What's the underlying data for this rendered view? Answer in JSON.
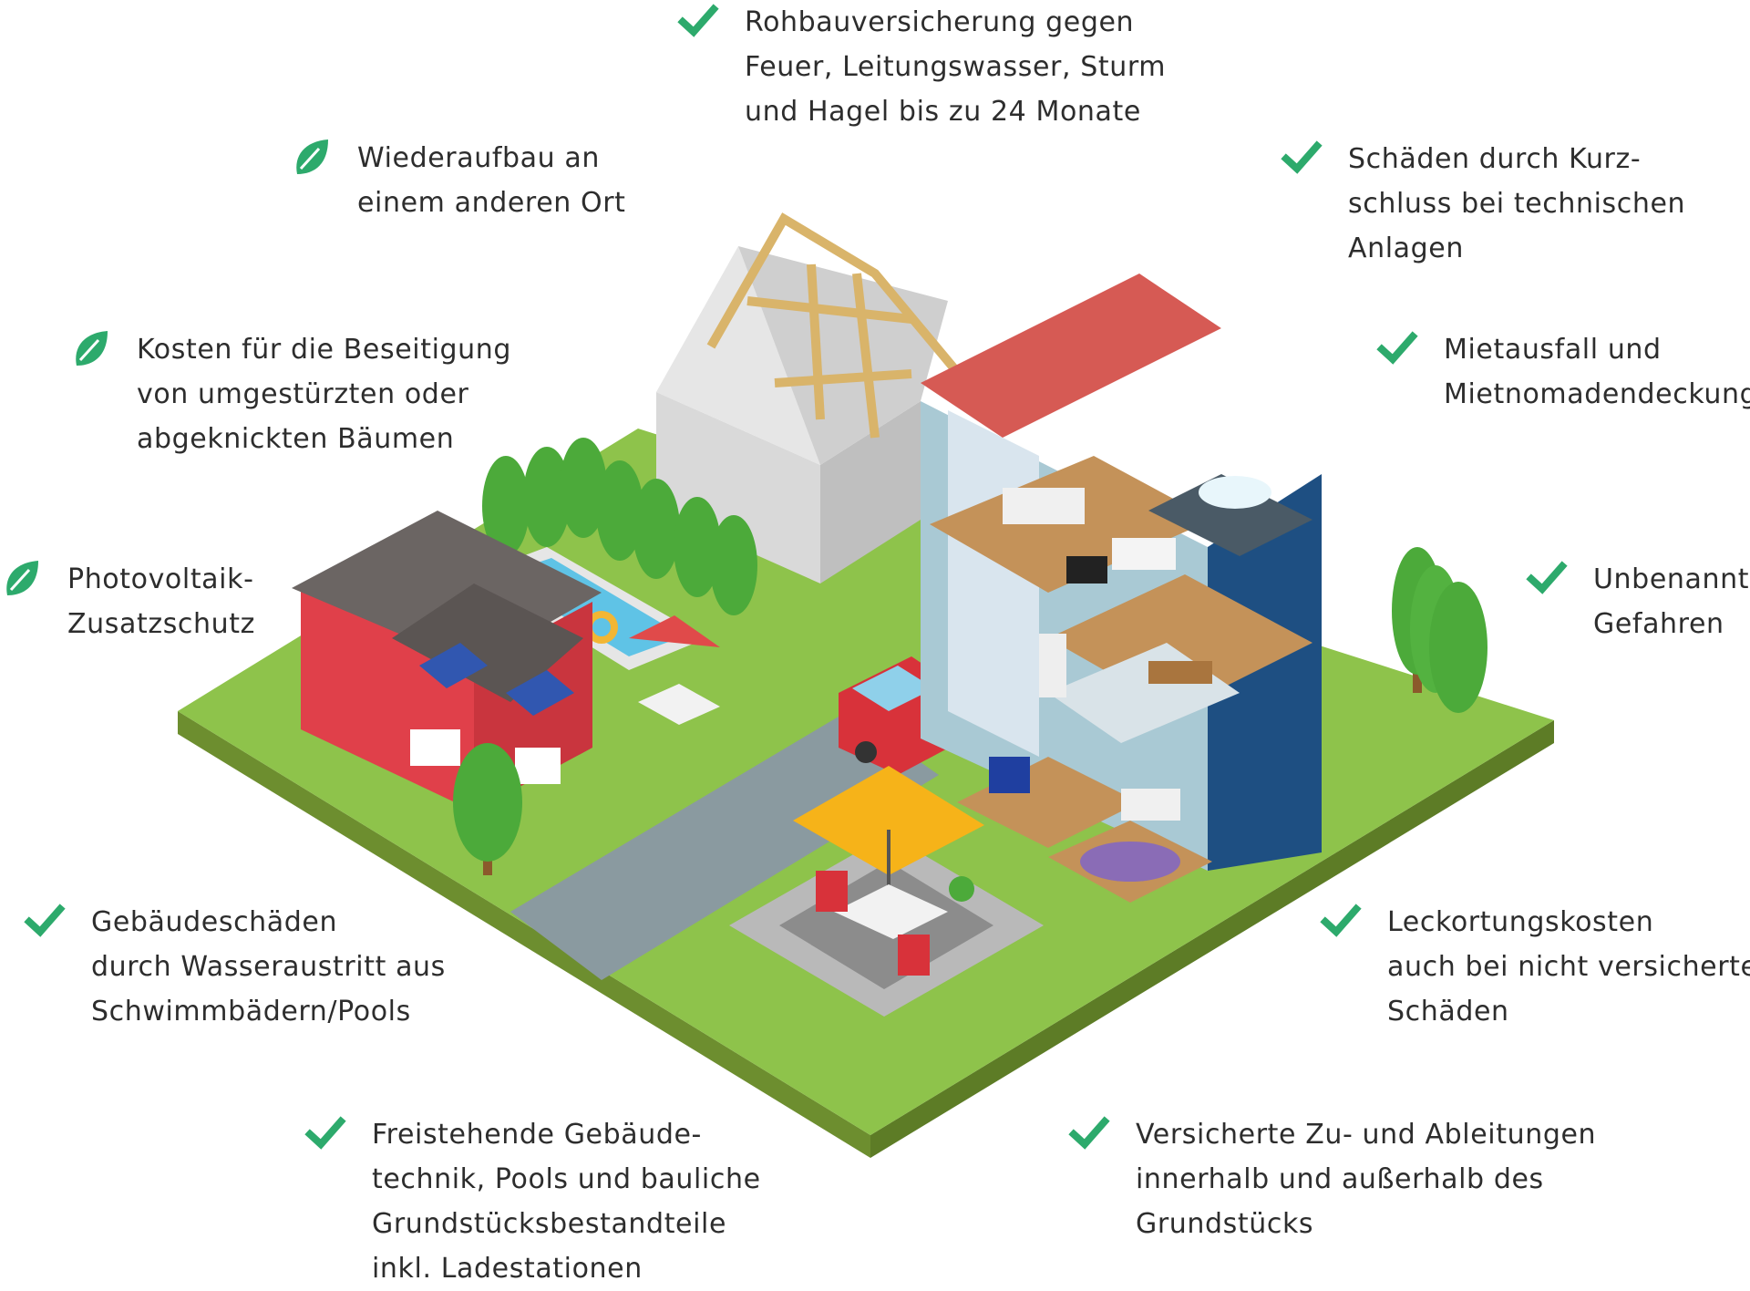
{
  "colors": {
    "check": "#2daa6c",
    "leaf": "#2daa6c",
    "text": "#2d2d2d",
    "grass": "#8ec34b",
    "ground_edge": "#6d8e2f"
  },
  "features": [
    {
      "id": "rohbau",
      "icon": "check-icon",
      "lines": [
        "Rohbauversicherung gegen",
        "Feuer, Leitungswasser, Sturm",
        "und Hagel bis zu 24 Monate"
      ]
    },
    {
      "id": "wiederaufbau",
      "icon": "leaf-icon",
      "lines": [
        "Wiederaufbau an",
        "einem anderen Ort"
      ]
    },
    {
      "id": "kurzschluss",
      "icon": "check-icon",
      "lines": [
        "Schäden durch Kurz-",
        "schluss bei technischen",
        "Anlagen"
      ]
    },
    {
      "id": "baeume",
      "icon": "leaf-icon",
      "lines": [
        "Kosten für die Beseitigung",
        "von umgestürzten oder",
        "abgeknickten Bäumen"
      ]
    },
    {
      "id": "mietausfall",
      "icon": "check-icon",
      "lines": [
        "Mietausfall und",
        "Mietnomadendeckung"
      ]
    },
    {
      "id": "photovoltaik",
      "icon": "leaf-icon",
      "lines": [
        "Photovoltaik-",
        "Zusatzschutz"
      ]
    },
    {
      "id": "unbenannte",
      "icon": "check-icon",
      "lines": [
        "Unbenannte",
        "Gefahren"
      ]
    },
    {
      "id": "pools",
      "icon": "check-icon",
      "lines": [
        "Gebäudeschäden",
        "durch Wasseraustritt aus",
        "Schwimmbädern/Pools"
      ]
    },
    {
      "id": "leckortung",
      "icon": "check-icon",
      "lines": [
        "Leckortungskosten",
        "auch bei nicht versicherten",
        "Schäden"
      ]
    },
    {
      "id": "gebaeudetechnik",
      "icon": "check-icon",
      "lines": [
        "Freistehende Gebäude-",
        "technik, Pools und bauliche",
        "Grundstücksbestandteile",
        "inkl. Ladestationen"
      ]
    },
    {
      "id": "ableitungen",
      "icon": "check-icon",
      "lines": [
        "Versicherte Zu- und Ableitungen",
        "innerhalb und außerhalb des",
        "Grundstücks"
      ]
    }
  ]
}
